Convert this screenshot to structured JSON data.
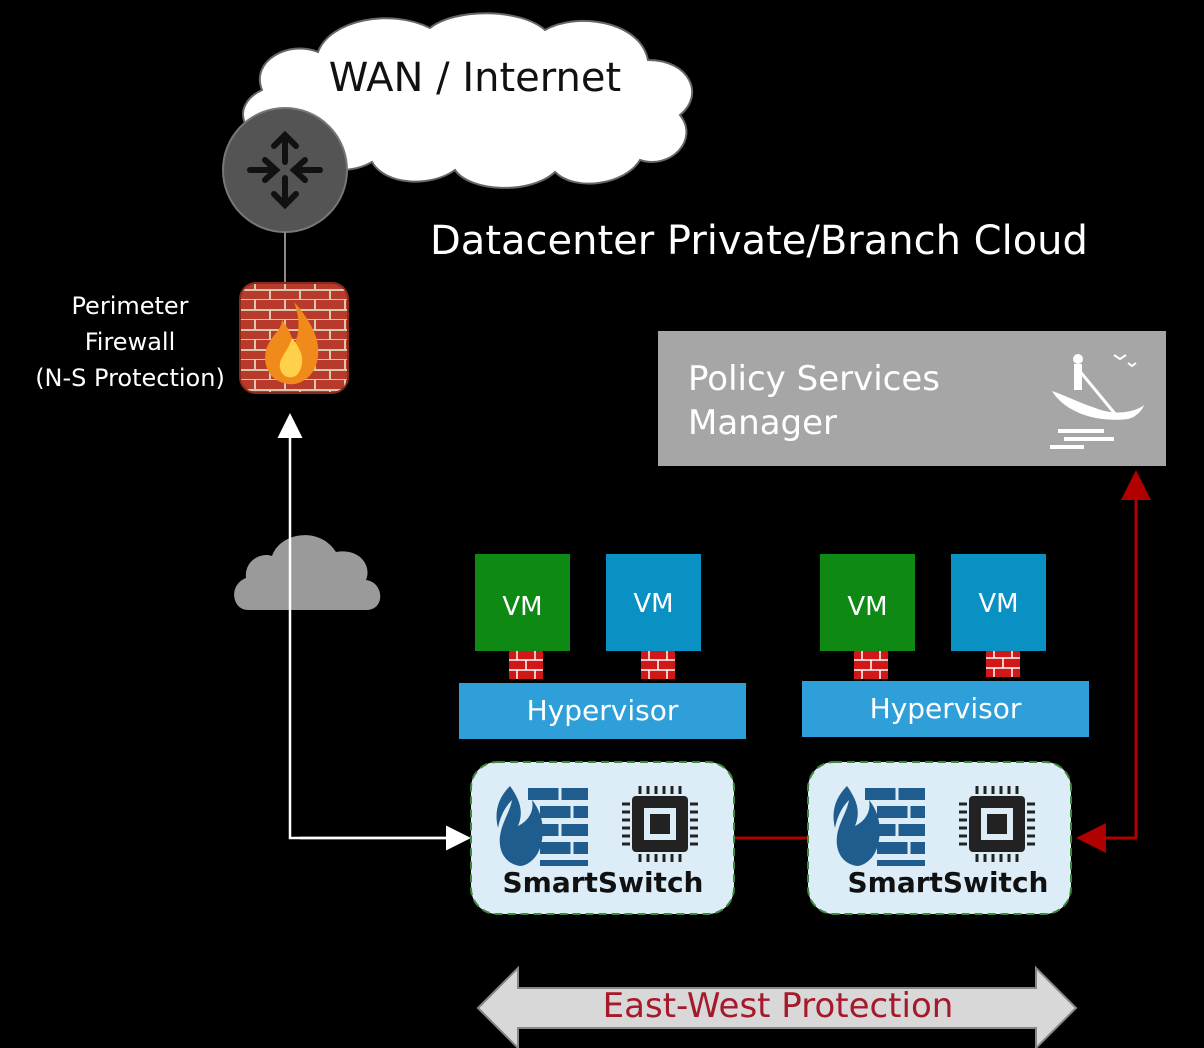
{
  "cloud": {
    "label": "WAN / Internet"
  },
  "datacenter": {
    "title": "Datacenter Private/Branch Cloud"
  },
  "perimeter_firewall": {
    "line1": "Perimeter",
    "line2": "Firewall",
    "line3": "(N-S Protection)"
  },
  "policy_manager": {
    "line1": "Policy Services",
    "line2": "Manager"
  },
  "hosts": [
    {
      "vm1": "VM",
      "vm2": "VM",
      "hypervisor": "Hypervisor",
      "switch": "SmartSwitch"
    },
    {
      "vm1": "VM",
      "vm2": "VM",
      "hypervisor": "Hypervisor",
      "switch": "SmartSwitch"
    }
  ],
  "east_west": {
    "label": "East-West Protection"
  },
  "colors": {
    "vm_green": "#0e8a14",
    "vm_blue": "#0a91c4",
    "hypervisor": "#2e9fd8",
    "switch_fill": "#dcedf8",
    "switch_border": "#3a8a3a",
    "icon_blue": "#1f5d8e",
    "red_link": "#b00000",
    "policy_box": "#a6a6a6",
    "ew_text": "#a5192a"
  }
}
